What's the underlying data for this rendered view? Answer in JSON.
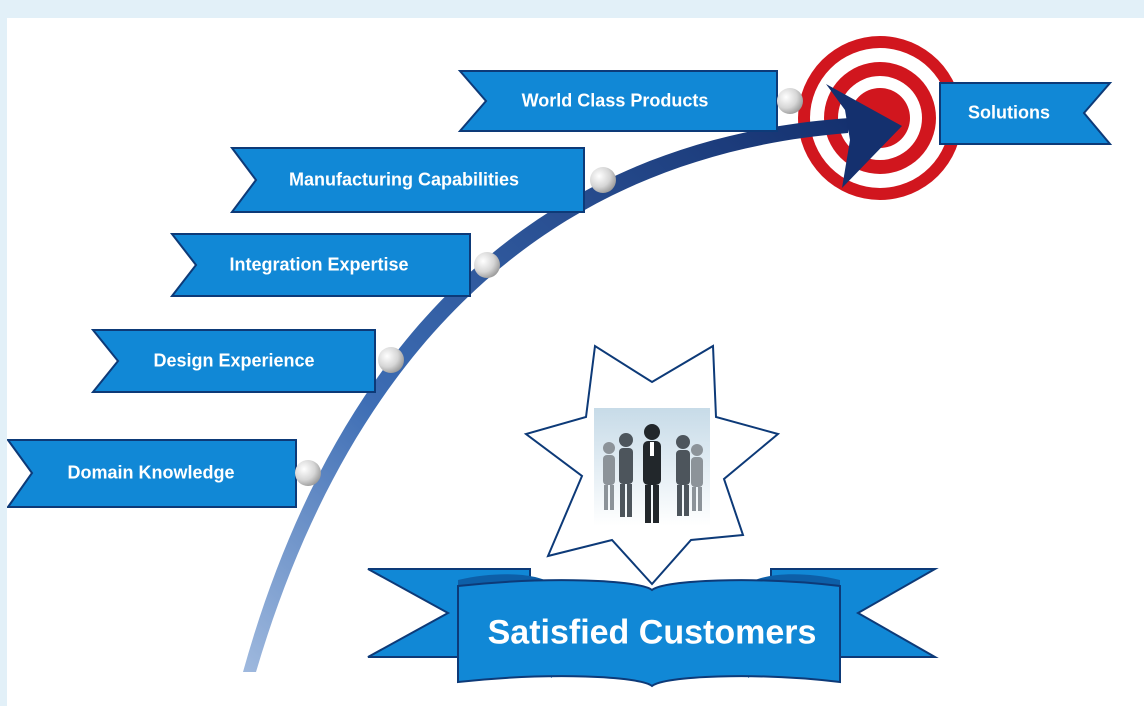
{
  "diagram": {
    "steps": [
      {
        "label": "Domain Knowledge"
      },
      {
        "label": "Design Experience"
      },
      {
        "label": "Integration Expertise"
      },
      {
        "label": "Manufacturing Capabilities"
      },
      {
        "label": "World Class Products"
      }
    ],
    "goal": {
      "label": "Solutions"
    },
    "banner": {
      "label": "Satisfied Customers"
    },
    "colors": {
      "ribbon": "#1188d6",
      "ribbon_edge": "#0d3a78",
      "arrow_dark": "#14306e",
      "arrow_light": "#5b8fd0",
      "target_red": "#d1161e",
      "background": "#e2f0f8"
    }
  }
}
